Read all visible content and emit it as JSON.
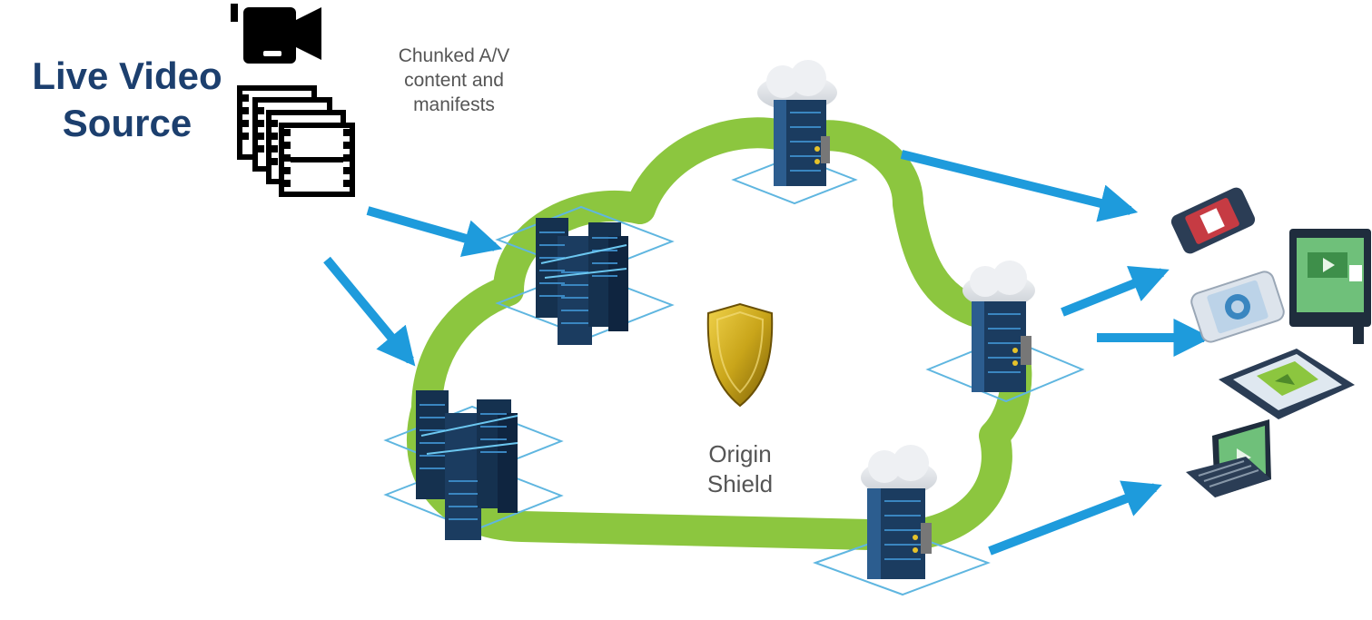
{
  "source": {
    "title_line1": "Live Video",
    "title_line2": "Source"
  },
  "content": {
    "line1": "Chunked A/V",
    "line2": "content and",
    "line3": "manifests"
  },
  "origin_shield": {
    "line1": "Origin",
    "line2": "Shield"
  },
  "colors": {
    "ring": "#8cc63f",
    "arrow": "#1e9bdc",
    "server_dark": "#15314f",
    "server_light": "#3a86c0",
    "platform_line": "#5fb6e0",
    "cloud_top": "#e6e9ed",
    "shield_gold": "#c9a51a",
    "title": "#1c3f6e"
  },
  "icons": {
    "camera": "video-camera-icon",
    "film": "film-stack-icon",
    "shield": "shield-icon",
    "phone_red": "phone-icon",
    "monitor": "monitor-icon",
    "phone_white": "phone-icon",
    "tablet": "tablet-icon",
    "laptop": "laptop-icon"
  }
}
